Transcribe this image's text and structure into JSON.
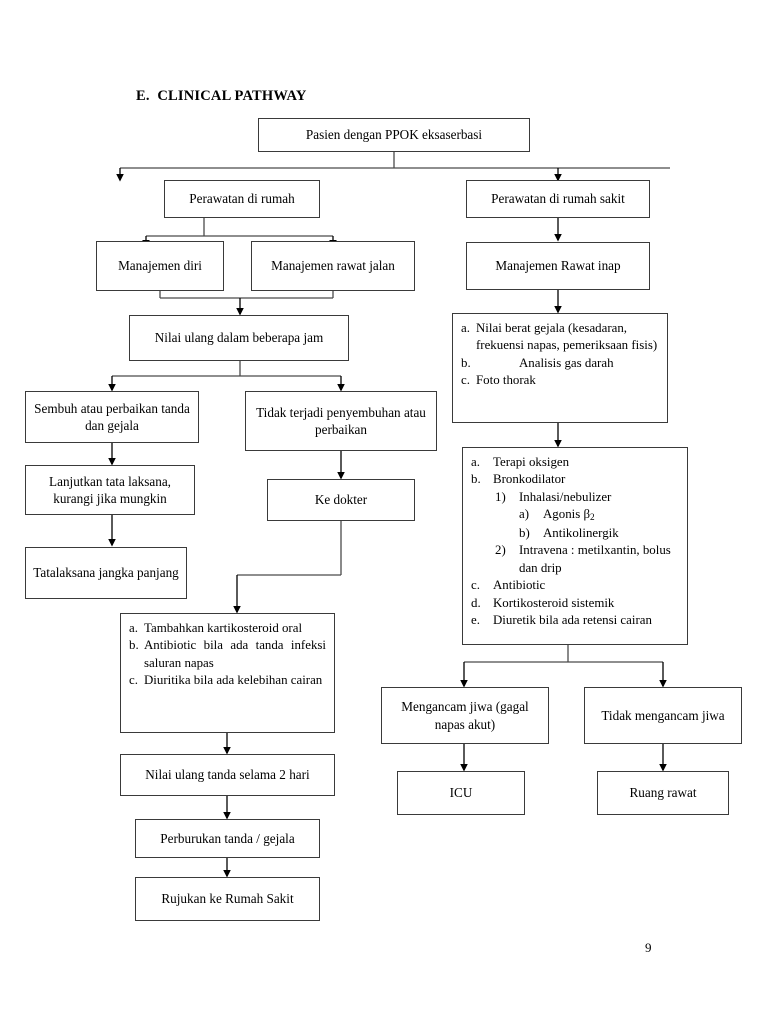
{
  "document": {
    "heading": "E.  CLINICAL PATHWAY",
    "page_number": "9"
  },
  "flowchart": {
    "nodes": {
      "start": "Pasien dengan PPOK eksaserbasi",
      "home_care": "Perawatan di rumah",
      "hospital_care": "Perawatan di rumah sakit",
      "self_management": "Manajemen diri",
      "outpatient_management": "Manajemen rawat jalan",
      "inpatient_management": "Manajemen Rawat inap",
      "reassess_hours": "Nilai ulang dalam beberapa jam",
      "recovered": "Sembuh atau perbaikan tanda dan gejala",
      "not_recovered": "Tidak terjadi penyembuhan atau perbaikan",
      "continue_treatment": "Lanjutkan tata laksana, kurangi jika mungkin",
      "to_doctor": "Ke dokter",
      "long_term": "Tatalaksana jangka panjang",
      "reassess_2days": "Nilai ulang tanda selama 2 hari",
      "worsening": "Perburukan tanda / gejala",
      "referral": "Rujukan ke Rumah Sakit",
      "life_threatening": "Mengancam jiwa (gagal napas akut)",
      "not_life_threatening": "Tidak mengancam jiwa",
      "icu": "ICU",
      "ward": "Ruang rawat"
    },
    "assessment_box": {
      "items": [
        {
          "marker": "a.",
          "text": "Nilai berat gejala (kesadaran, frekuensi napas, pemeriksaan fisis)"
        },
        {
          "marker": "b.",
          "text": "Analisis gas darah"
        },
        {
          "marker": "c.",
          "text": "Foto thorak"
        }
      ]
    },
    "therapy_box": {
      "items": [
        {
          "marker": "a.",
          "text": "Terapi oksigen"
        },
        {
          "marker": "b.",
          "text": "Bronkodilator"
        },
        {
          "marker": "1)",
          "text": "Inhalasi/nebulizer",
          "level": 2
        },
        {
          "marker": "a)",
          "text": "Agonis β2",
          "level": 3
        },
        {
          "marker": "b)",
          "text": "Antikolinergik",
          "level": 3
        },
        {
          "marker": "2)",
          "text": "Intravena : metilxantin, bolus dan drip",
          "level": 2
        },
        {
          "marker": "c.",
          "text": "Antibiotic"
        },
        {
          "marker": "d.",
          "text": "Kortikosteroid sistemik"
        },
        {
          "marker": "e.",
          "text": "Diuretik bila ada retensi cairan"
        }
      ]
    },
    "add_therapy_box": {
      "items": [
        {
          "marker": "a.",
          "text": "Tambahkan kartikosteroid oral"
        },
        {
          "marker": "b.",
          "text": "Antibiotic bila ada tanda infeksi saluran napas"
        },
        {
          "marker": "c.",
          "text": "Diuritika bila ada kelebihan cairan"
        }
      ]
    }
  },
  "style": {
    "border_color": "#3a3a3a",
    "text_color": "#000000",
    "background": "#ffffff"
  }
}
